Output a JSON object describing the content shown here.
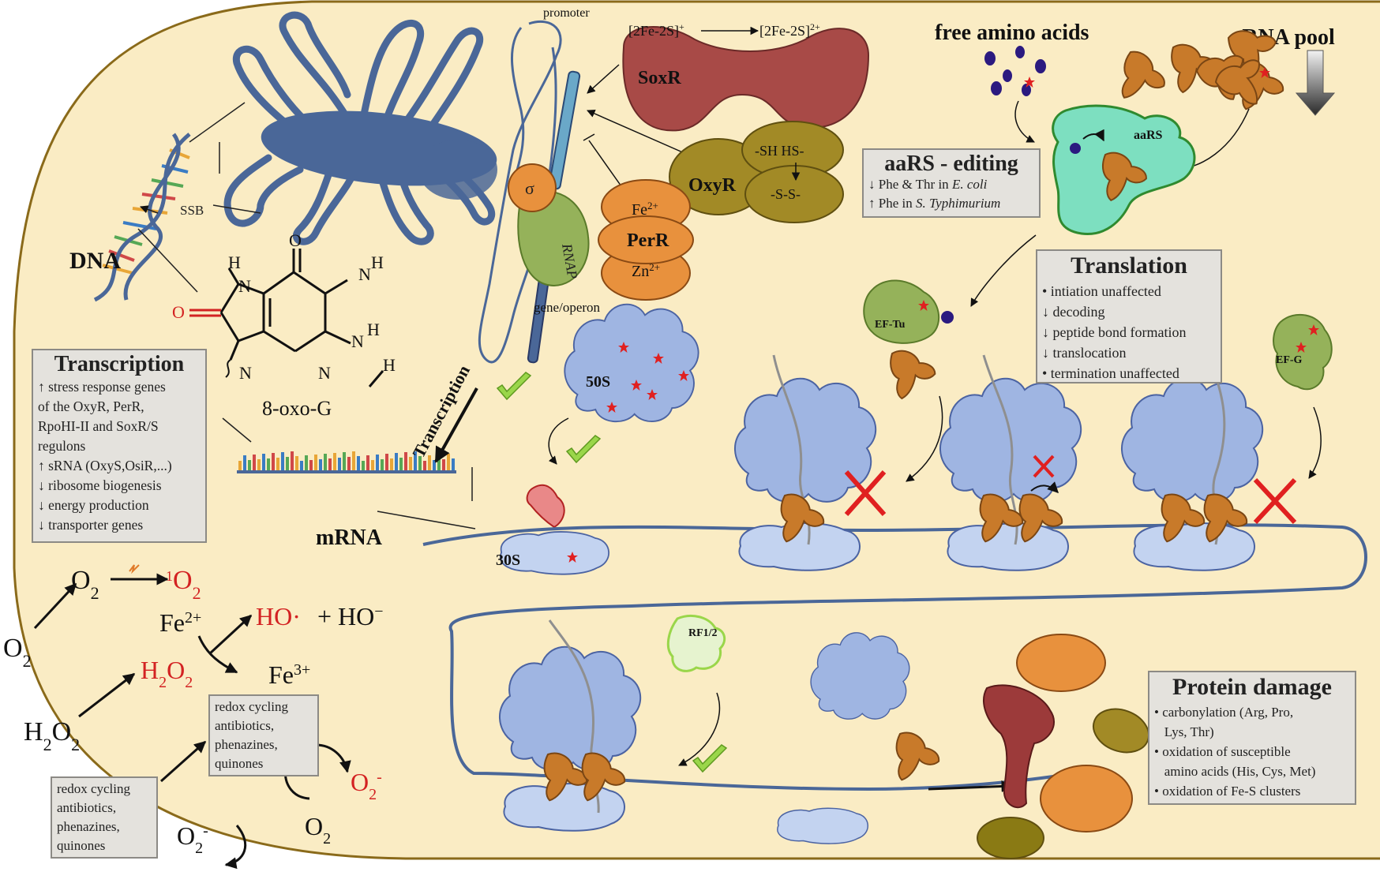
{
  "labels": {
    "promoter": "promoter",
    "gene_operon": "gene/operon",
    "sigma": "σ",
    "rnap": "RNAP",
    "soxr": "SoxR",
    "soxr_left": "[2Fe-2S]",
    "soxr_left_sup": "+",
    "soxr_right": "[2Fe-2S]",
    "soxr_right_sup": "2+",
    "oxyr": "OxyR",
    "oxyr_sh": "-SH HS-",
    "oxyr_ss": "-S-S-",
    "perr": "PerR",
    "fe2": "Fe",
    "fe2_sup": "2+",
    "zn2": "Zn",
    "zn2_sup": "2+",
    "ssb": "SSB",
    "dna": "DNA",
    "oxog": "8-oxo-G",
    "mrna": "mRNA",
    "transcription_arrow": "Transcription",
    "free_amino_acids": "free amino acids",
    "trna_pool": "tRNA pool",
    "aars": "aaRS",
    "ef_tu": "EF-Tu",
    "ef_g": "EF-G",
    "rf12": "RF1/2",
    "s50": "50S",
    "s30": "30S"
  },
  "chem": {
    "o2_a": "O",
    "o2_a_sub": "2",
    "o2_b": "O",
    "o2_b_sub": "2",
    "singlet_sup": "1",
    "singlet_o": "O",
    "singlet_sub": "2",
    "fe2": "Fe",
    "fe2_sup": "2+",
    "ho_radical": "HO·",
    "plus_ho": "+ HO",
    "ho_minus": "−",
    "h2o2_red": "H",
    "h2o2_red_sub1": "2",
    "h2o2_red_o": "O",
    "h2o2_red_sub2": "2",
    "h2o2": "H",
    "h2o2_sub1": "2",
    "h2o2_o": "O",
    "h2o2_sub2": "2",
    "fe3": "Fe",
    "fe3_sup": "3+",
    "superoxide_red": "O",
    "superoxide_red_sub": "2",
    "superoxide_red_sup": "-",
    "superoxide": "O",
    "superoxide_sub": "2",
    "superoxide_sup": "-",
    "o2_c": "O",
    "o2_c_sub": "2"
  },
  "boxes": {
    "transcription": {
      "title": "Transcription",
      "items": [
        "↑ stress response genes",
        "of the OxyR, PerR,",
        "RpoHI-II and SoxR/S",
        "regulons",
        "↑ sRNA (OxyS,OsiR,...)",
        "↓ ribosome biogenesis",
        "↓ energy production",
        "↓ transporter genes"
      ]
    },
    "aars_editing": {
      "title": "aaRS - editing",
      "line1_pre": "↓ Phe & Thr in ",
      "line1_em": "E. coli",
      "line2_pre": "↑ Phe in ",
      "line2_em": "S. Typhimurium"
    },
    "translation": {
      "title": "Translation",
      "items": [
        "• intiation unaffected",
        "↓ decoding",
        "↓ peptide bond formation",
        "↓ translocation",
        "• termination unaffected"
      ]
    },
    "protein_damage": {
      "title": "Protein damage",
      "items": [
        "• carbonylation (Arg, Pro,",
        "   Lys, Thr)",
        "• oxidation of susceptible",
        "   amino acids (His, Cys, Met)",
        "• oxidation of Fe-S clusters"
      ]
    },
    "redox_inner": {
      "items": [
        "redox cycling",
        "antibiotics,",
        "phenazines,",
        "quinones"
      ]
    },
    "redox_outer": {
      "items": [
        "redox cycling",
        "antibiotics,",
        "phenazines,",
        "quinones"
      ]
    }
  },
  "colors": {
    "cell": "#faecc4",
    "cell_border": "#8a6a1a",
    "dna_blue": "#4a6798",
    "ribosome": "#9fb5e2",
    "ribosome_small": "#c3d3f0",
    "trna_orange": "#c87a2a",
    "aars_teal": "#7ddfc0",
    "soxr_red": "#a84a47",
    "oxyr_olive": "#a28a26",
    "perr_orange": "#e8913d",
    "rnap_green": "#95b25a",
    "red_text": "#d32222",
    "check_green": "#8ccc3a"
  }
}
